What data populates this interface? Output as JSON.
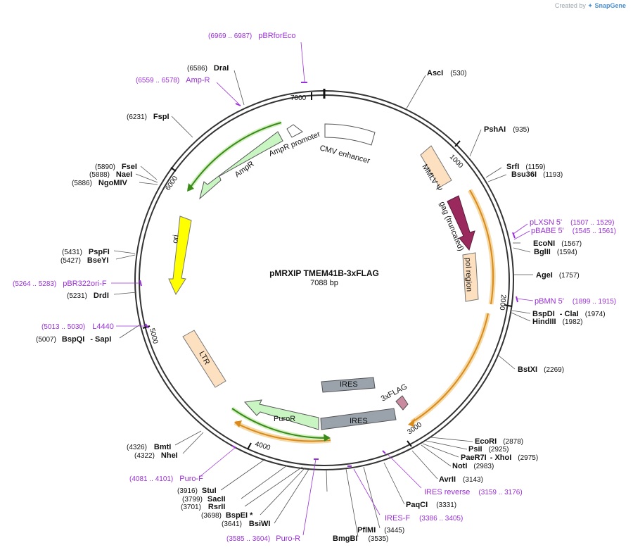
{
  "credit": {
    "text": "Created by",
    "brand": "SnapGene"
  },
  "plasmid": {
    "name": "pMRXIP TMEM41B-3xFLAG",
    "length_label": "7088 bp",
    "length": 7088
  },
  "ticks": [
    "1000",
    "2000",
    "3000",
    "4000",
    "5000",
    "6000",
    "7000"
  ],
  "features": [
    {
      "name": "CMV enhancer",
      "fill": "#ffffff",
      "stroke": "#555555"
    },
    {
      "name": "MMLV Ψ",
      "fill": "#fde0c0",
      "stroke": "#777777"
    },
    {
      "name": "gag (truncated)",
      "fill": "#9a2a5e",
      "stroke": "#5a1a38"
    },
    {
      "name": "pol region",
      "fill": "#fde0c0",
      "stroke": "#777777"
    },
    {
      "name": "3xFLAG",
      "fill": "#c98aa0",
      "stroke": "#555555"
    },
    {
      "name": "IRES",
      "fill": "#9aa3ab",
      "stroke": "#555555"
    },
    {
      "name": "IRES",
      "fill": "#9aa3ab",
      "stroke": "#555555"
    },
    {
      "name": "PuroR",
      "fill": "#c9f5c3",
      "stroke": "#555555"
    },
    {
      "name": "LTR",
      "fill": "#fde0c0",
      "stroke": "#777777"
    },
    {
      "name": "ori",
      "fill": "#ffff00",
      "stroke": "#777777"
    },
    {
      "name": "AmpR",
      "fill": "#c9f5c3",
      "stroke": "#555555"
    },
    {
      "name": "AmpR promoter",
      "fill": "#ffffff",
      "stroke": "#555555"
    }
  ],
  "sites": [
    {
      "name": "AscI",
      "pos": "(530)"
    },
    {
      "name": "PshAI",
      "pos": "(935)"
    },
    {
      "name": "SrfI",
      "pos": "(1159)"
    },
    {
      "name": "Bsu36I",
      "pos": "(1193)"
    },
    {
      "name": "EcoNI",
      "pos": "(1567)"
    },
    {
      "name": "BglII",
      "pos": "(1594)"
    },
    {
      "name": "AgeI",
      "pos": "(1757)"
    },
    {
      "name": "BspDI",
      "pos": "(1974)"
    },
    {
      "name": "ClaI",
      "pos": ""
    },
    {
      "name": "HindIII",
      "pos": "(1982)"
    },
    {
      "name": "BstXI",
      "pos": "(2269)"
    },
    {
      "name": "EcoRI",
      "pos": "(2878)"
    },
    {
      "name": "PsiI",
      "pos": "(2925)"
    },
    {
      "name": "PaeR7I",
      "pos": ""
    },
    {
      "name": "XhoI",
      "pos": "(2975)"
    },
    {
      "name": "NotI",
      "pos": "(2983)"
    },
    {
      "name": "AvrII",
      "pos": "(3143)"
    },
    {
      "name": "PaqCI",
      "pos": "(3331)"
    },
    {
      "name": "PflMI",
      "pos": "(3445)"
    },
    {
      "name": "BmgBI",
      "pos": "(3535)"
    },
    {
      "name": "BsiWI",
      "pos": "(3641)"
    },
    {
      "name": "BspEI *",
      "pos": "(3698)"
    },
    {
      "name": "RsrII",
      "pos": "(3701)"
    },
    {
      "name": "SacII",
      "pos": "(3799)"
    },
    {
      "name": "StuI",
      "pos": "(3916)"
    },
    {
      "name": "NheI",
      "pos": "(4322)"
    },
    {
      "name": "BmtI",
      "pos": "(4326)"
    },
    {
      "name": "BspQI",
      "pos": "(5007)"
    },
    {
      "name": "SapI",
      "pos": ""
    },
    {
      "name": "DrdI",
      "pos": "(5231)"
    },
    {
      "name": "BseYI",
      "pos": "(5427)"
    },
    {
      "name": "PspFI",
      "pos": "(5431)"
    },
    {
      "name": "NgoMIV",
      "pos": "(5886)"
    },
    {
      "name": "NaeI",
      "pos": "(5888)"
    },
    {
      "name": "FseI",
      "pos": "(5890)"
    },
    {
      "name": "FspI",
      "pos": "(6231)"
    },
    {
      "name": "DraI",
      "pos": "(6586)"
    }
  ],
  "primers": [
    {
      "name": "pBRforEco",
      "range": "(6969 .. 6987)"
    },
    {
      "name": "Amp-R",
      "range": "(6559 .. 6578)"
    },
    {
      "name": "pLXSN 5'",
      "range": "(1507 .. 1529)"
    },
    {
      "name": "pBABE 5'",
      "range": "(1545 .. 1561)"
    },
    {
      "name": "pBMN 5'",
      "range": "(1899 .. 1915)"
    },
    {
      "name": "IRES reverse",
      "range": "(3159 .. 3176)"
    },
    {
      "name": "IRES-F",
      "range": "(3386 .. 3405)"
    },
    {
      "name": "Puro-R",
      "range": "(3585 .. 3604)"
    },
    {
      "name": "Puro-F",
      "range": "(4081 .. 4101)"
    },
    {
      "name": "L4440",
      "range": "(5013 .. 5030)"
    },
    {
      "name": "pBR322ori-F",
      "range": "(5264 .. 5283)"
    }
  ],
  "colors": {
    "backbone": "#333333",
    "primer": "#9b30d8",
    "orf_highlight": "#f5d9a6",
    "orf_line_orange": "#d98a1a",
    "orf_line_green": "#3a8a1a"
  }
}
